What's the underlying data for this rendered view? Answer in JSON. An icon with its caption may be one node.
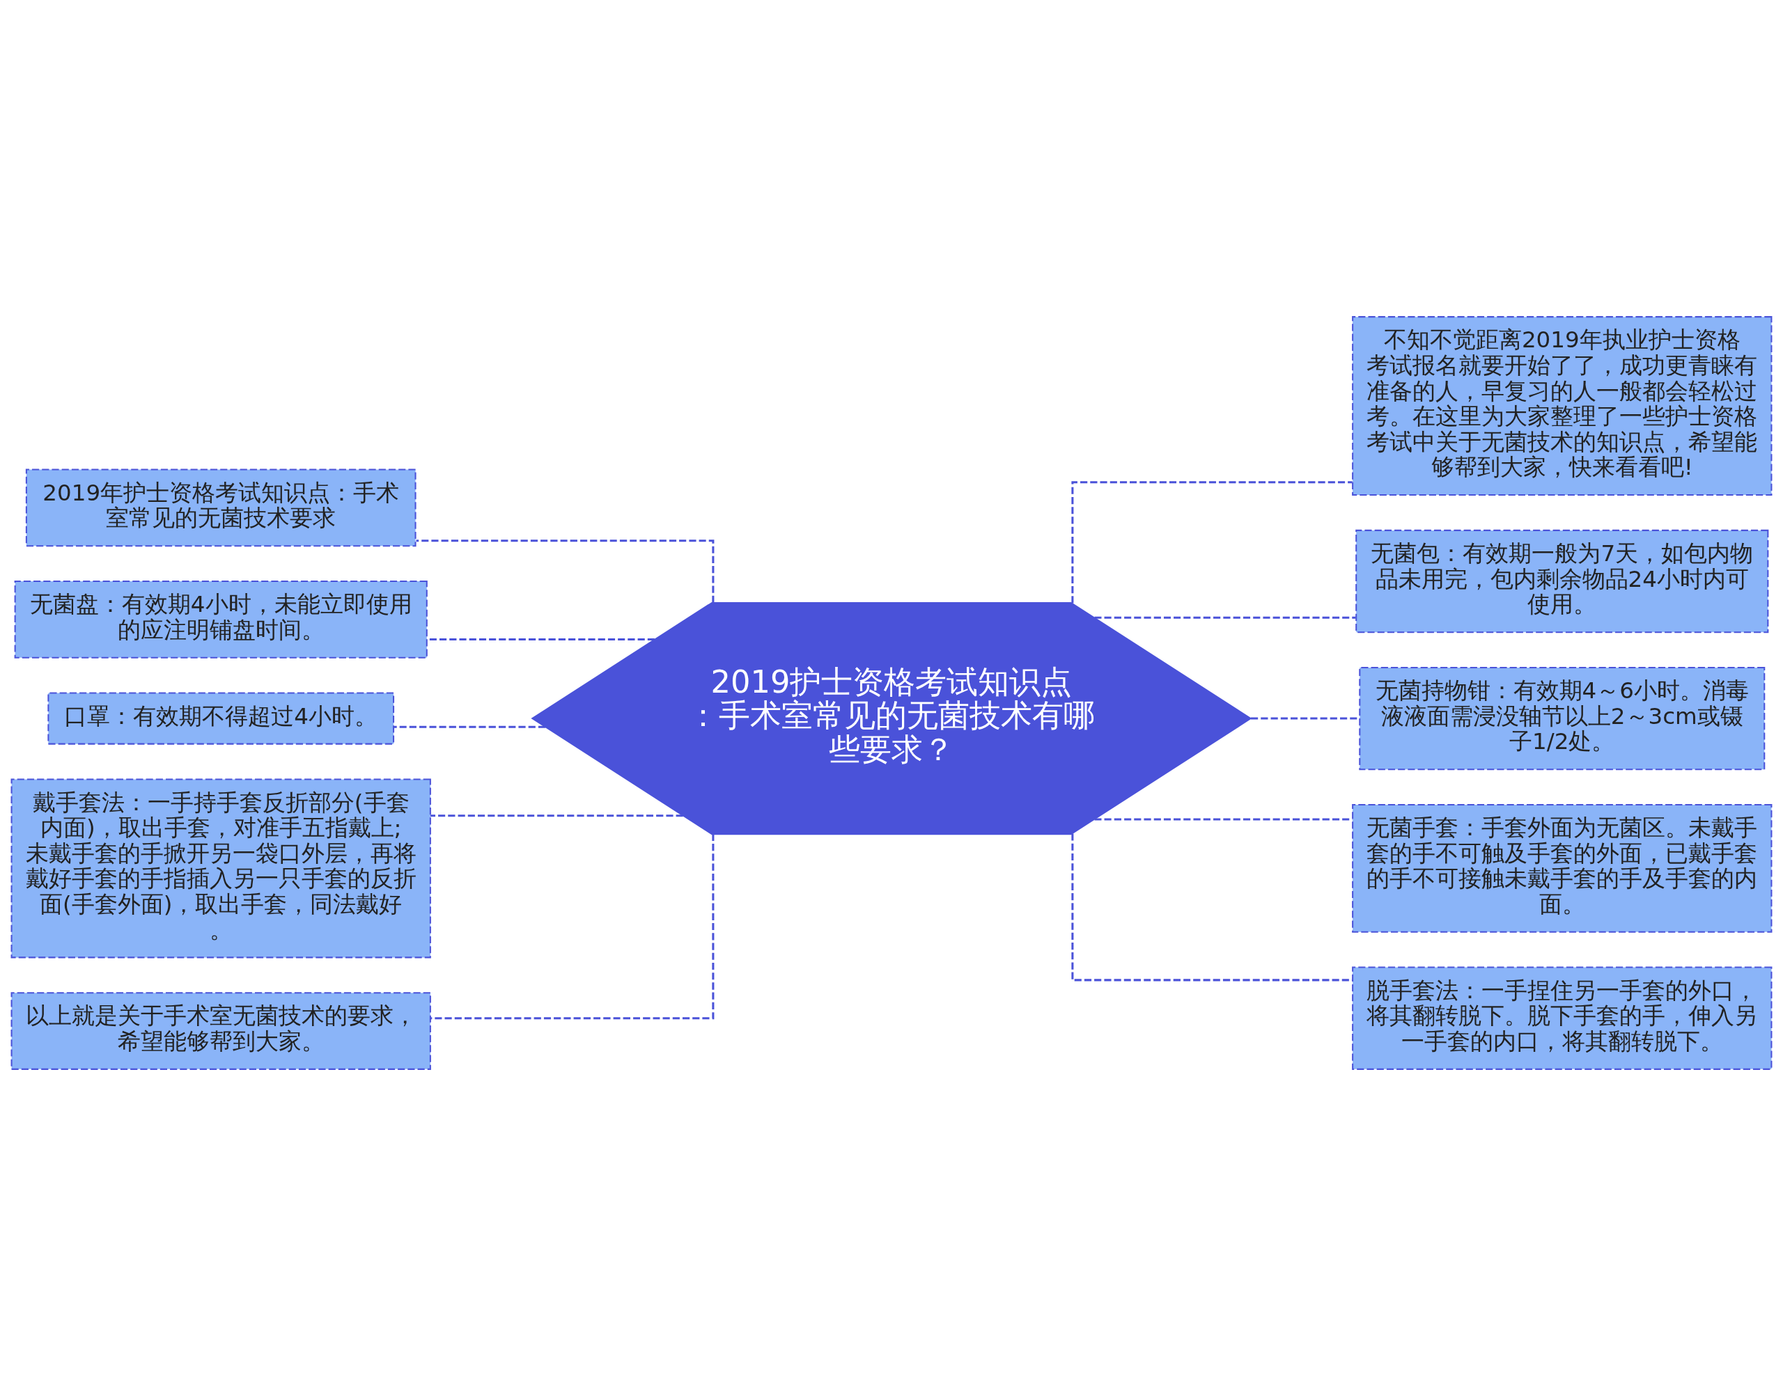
{
  "diagram": {
    "nodes": [
      {
        "text": [
          "2019护士资格考试知识点：手术室常见的无菌技术有哪些要求？"
        ]
      },
      {
        "text": [
          "2019年护士资格考试知识点：手术室常见的无菌技术要求"
        ]
      },
      {
        "text": [
          "无菌盘：有效期4小时，未能立即使用的应注明铺盘时间。"
        ]
      },
      {
        "text": [
          "口罩：有效期不得超过4小时。"
        ]
      },
      {
        "text": [
          "戴手套法：一手持手套反折部分(手套内面)，取出手套，对准手五指戴上;未戴手套的手掀开另一袋口外层，再将戴好手套的手指插入另一只手套的反折面(手套外面)，取出手套，同法戴好。"
        ]
      },
      {
        "text": [
          "以上就是关于手术室无菌技术的要求，希望能够帮到大家。"
        ]
      },
      {
        "text": [
          "不知不觉距离2019年执业护士资格考试报名就要开始了了，成功更青睐有准备的人，早复习的人一般都会轻松过考。在这里为大家整理了一些护士资格考试中关于无菌技术的知识点，希望能够帮到大家，快来看看吧!"
        ]
      },
      {
        "text": [
          "无菌包：有效期一般为7天，如包内物品未用完，包内剩余物品24小时内可使用。"
        ]
      },
      {
        "text": [
          "无菌持物钳：有效期4～6小时。消毒液液面需浸没轴节以上2～3cm或镊子1/2处。"
        ]
      },
      {
        "text": [
          "无菌手套：手套外面为无菌区。未戴手套的手不可触及手套的外面，已戴手套的手不可接触未戴手套的手及手套的内面。"
        ]
      },
      {
        "text": [
          "脱手套法：一手捏住另一手套的外口，将其翻转脱下。脱下手套的手，伸入另一手套的内口，将其翻转脱下。"
        ]
      }
    ],
    "edges": [
      {
        "from": 0,
        "to": 1,
        "arrow": "none",
        "style": "dashed"
      },
      {
        "from": 0,
        "to": 2,
        "arrow": "none",
        "style": "dashed"
      },
      {
        "from": 0,
        "to": 3,
        "arrow": "none",
        "style": "dashed"
      },
      {
        "from": 0,
        "to": 4,
        "arrow": "none",
        "style": "dashed"
      },
      {
        "from": 0,
        "to": 5,
        "arrow": "none",
        "style": "dashed"
      },
      {
        "from": 0,
        "to": 6,
        "arrow": "none",
        "style": "dashed"
      },
      {
        "from": 0,
        "to": 7,
        "arrow": "none",
        "style": "dashed"
      },
      {
        "from": 0,
        "to": 8,
        "arrow": "none",
        "style": "dashed"
      },
      {
        "from": 0,
        "to": 9,
        "arrow": "none",
        "style": "dashed"
      },
      {
        "from": 0,
        "to": 10,
        "arrow": "none",
        "style": "dashed"
      }
    ]
  }
}
